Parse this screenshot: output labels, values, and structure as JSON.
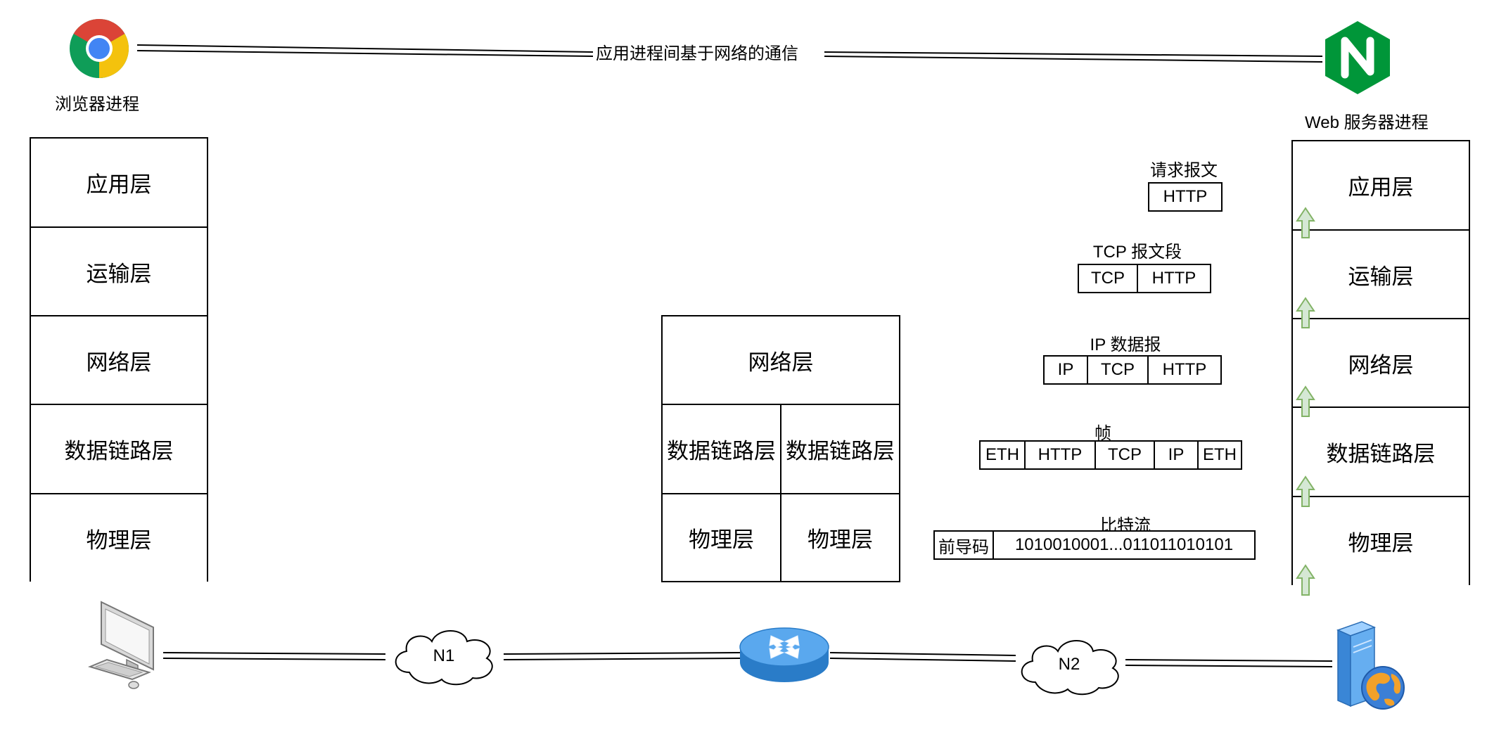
{
  "top": {
    "browser_label": "浏览器进程",
    "server_label": "Web 服务器进程",
    "comm_label": "应用进程间基于网络的通信"
  },
  "left_stack": [
    "应用层",
    "运输层",
    "网络层",
    "数据链路层",
    "物理层"
  ],
  "right_stack": [
    "应用层",
    "运输层",
    "网络层",
    "数据链路层",
    "物理层"
  ],
  "router_stack": {
    "network": "网络层",
    "datalink": [
      "数据链路层",
      "数据链路层"
    ],
    "physical": [
      "物理层",
      "物理层"
    ]
  },
  "packets": [
    {
      "caption": "请求报文",
      "segments": [
        "HTTP"
      ]
    },
    {
      "caption": "TCP 报文段",
      "segments": [
        "TCP",
        "HTTP"
      ]
    },
    {
      "caption": "IP 数据报",
      "segments": [
        "IP",
        "TCP",
        "HTTP"
      ]
    },
    {
      "caption": "帧",
      "segments": [
        "ETH",
        "HTTP",
        "TCP",
        "IP",
        "ETH"
      ]
    },
    {
      "caption": "比特流",
      "segments": [
        "前导码",
        "1010010001...011011010101"
      ]
    }
  ],
  "network": {
    "cloud1": "N1",
    "cloud2": "N2"
  },
  "colors": {
    "chrome_red": "#db4437",
    "chrome_yellow": "#f4c20d",
    "chrome_green": "#0f9d58",
    "chrome_blue": "#4285f4",
    "nginx_green": "#009639",
    "arrow_fill": "#d5e8d4",
    "arrow_stroke": "#82b366",
    "router_blue": "#3a8ed8"
  },
  "icons": [
    "chrome-icon",
    "nginx-icon",
    "computer-icon",
    "router-icon",
    "server-icon",
    "cloud-icon",
    "up-arrow-icon"
  ]
}
